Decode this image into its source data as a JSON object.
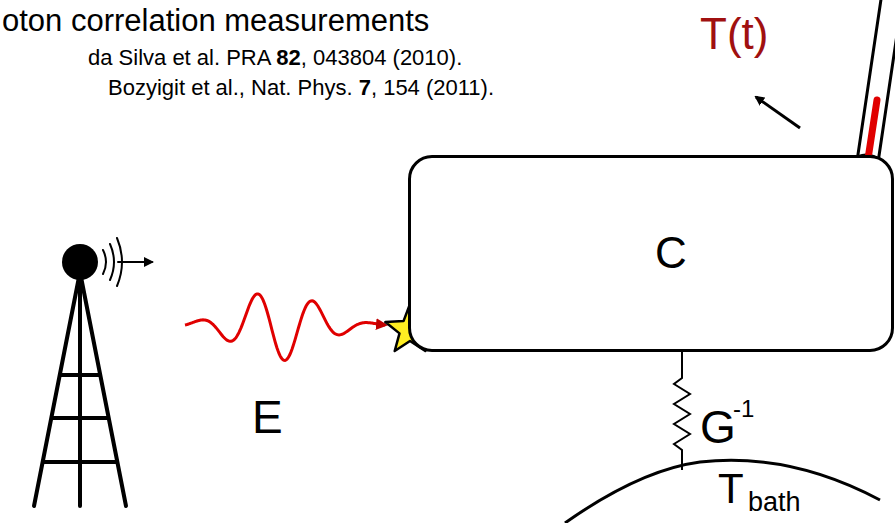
{
  "diagram": {
    "title": "oton correlation measurements",
    "nodes": [
      {
        "text": [
          "C"
        ]
      }
    ],
    "labels": [
      "da Silva et al. PRA 82, 043804 (2010).",
      "Bozyigit et al., Nat. Phys. 7, 154 (2011).",
      "T(t)",
      "E",
      "G",
      "-1",
      "T",
      "bath"
    ]
  }
}
